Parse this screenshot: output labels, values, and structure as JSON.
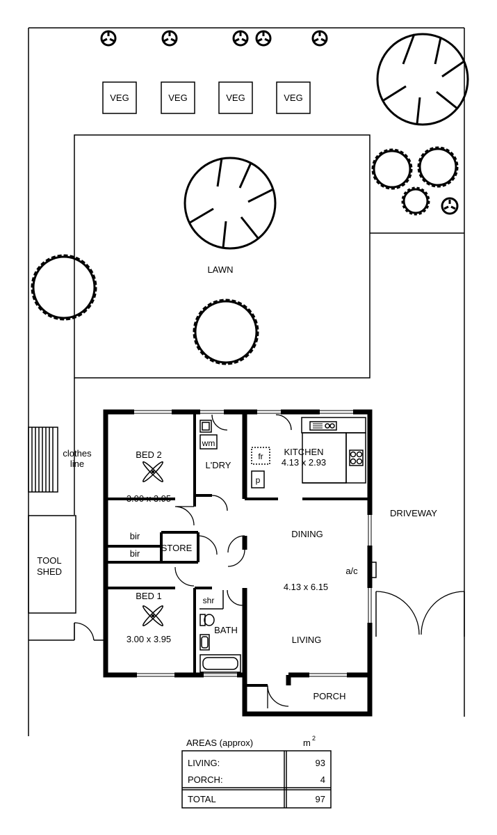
{
  "garden": {
    "veg_beds": [
      "VEG",
      "VEG",
      "VEG",
      "VEG"
    ],
    "lawn": "LAWN",
    "clothes_line": [
      "clothes",
      "line"
    ],
    "tool_shed": [
      "TOOL",
      "SHED"
    ],
    "driveway": "DRIVEWAY"
  },
  "rooms": {
    "bed2": {
      "name": "BED 2",
      "size": "3.00 x 3.95"
    },
    "bed1": {
      "name": "BED 1",
      "size": "3.00 x 3.95"
    },
    "laundry": {
      "name": "L'DRY",
      "wm": "wm"
    },
    "kitchen": {
      "name": "KITCHEN",
      "size": "4.13 x 2.93",
      "fridge": "fr",
      "pantry": "p"
    },
    "dining": "DINING",
    "living": {
      "name": "LIVING",
      "size": "4.13 x 6.15"
    },
    "store": "STORE",
    "bir_top": "bir",
    "bir_bottom": "bir",
    "bath": {
      "name": "BATH",
      "shower": "shr"
    },
    "porch": "PORCH",
    "ac": "a/c"
  },
  "areas": {
    "title": "AREAS (approx)",
    "unit": "m",
    "unit_sup": "2",
    "rows": [
      {
        "label": "LIVING:",
        "value": "93"
      },
      {
        "label": "PORCH:",
        "value": "4"
      }
    ],
    "total": {
      "label": "TOTAL",
      "value": "97"
    }
  }
}
